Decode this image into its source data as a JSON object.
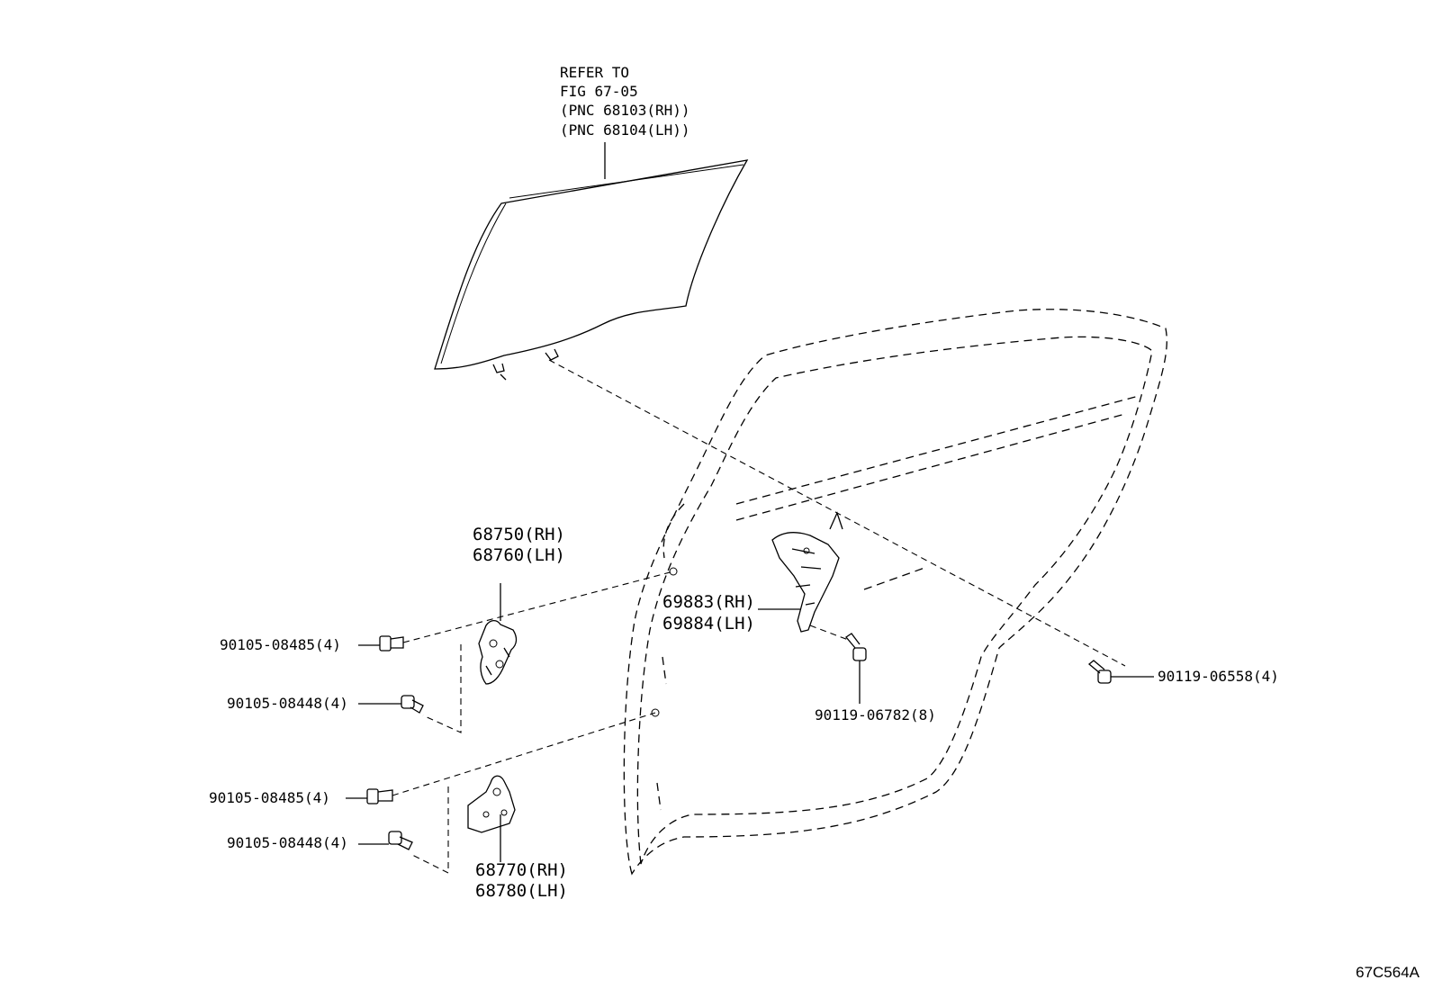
{
  "glass_reference": {
    "line1": "REFER TO",
    "line2": "FIG 67-05",
    "line3": "(PNC 68103(RH))",
    "line4": "(PNC 68104(LH))"
  },
  "callouts": {
    "upper_hinge_rh": "68750(RH)",
    "upper_hinge_lh": "68760(LH)",
    "lower_hinge_rh": "68770(RH)",
    "lower_hinge_lh": "68780(LH)",
    "check_rh": "69883(RH)",
    "check_lh": "69884(LH)",
    "bolt_upper_1": "90105-08485(4)",
    "bolt_upper_2": "90105-08448(4)",
    "bolt_lower_1": "90105-08485(4)",
    "bolt_lower_2": "90105-08448(4)",
    "bolt_check": "90119-06782(8)",
    "bolt_door": "90119-06558(4)"
  },
  "figure_id": "67C564A"
}
